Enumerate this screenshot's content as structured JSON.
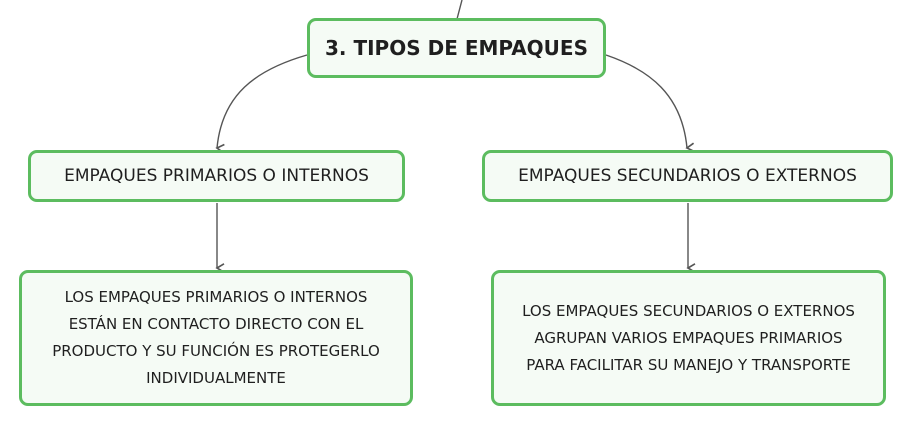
{
  "colors": {
    "node_border": "#5cbc5f",
    "node_fill": "#f5fbf5",
    "connector": "#555555"
  },
  "diagram": {
    "root": {
      "label": "3. TIPOS DE EMPAQUES"
    },
    "branches": [
      {
        "label": "EMPAQUES PRIMARIOS O INTERNOS",
        "description": "LOS EMPAQUES PRIMARIOS O INTERNOS\nESTÁN EN CONTACTO DIRECTO CON EL\nPRODUCTO Y SU FUNCIÓN ES PROTEGERLO\nINDIVIDUALMENTE"
      },
      {
        "label": "EMPAQUES SECUNDARIOS O EXTERNOS",
        "description": "LOS EMPAQUES SECUNDARIOS O EXTERNOS\nAGRUPAN VARIOS EMPAQUES PRIMARIOS\nPARA FACILITAR SU MANEJO Y TRANSPORTE"
      }
    ]
  }
}
